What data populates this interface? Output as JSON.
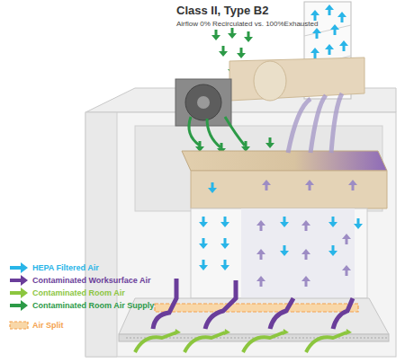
{
  "diagram": {
    "title": "Class II, Type B2",
    "labels": [
      "Airflow 0% Recirculated vs. 100%Exhausted"
    ],
    "legend": [
      {
        "text": "HEPA Filtered Air",
        "color": "#29b5e8"
      },
      {
        "text": "Contaminated Worksurface Air",
        "color": "#6a3d9a"
      },
      {
        "text": "Contaminated Room Air",
        "color": "#8cc63f"
      },
      {
        "text": "Contaminated Room Air Supply",
        "color": "#2c9a47"
      },
      {
        "text": "Air Split",
        "color": "#f4a24f"
      }
    ]
  }
}
